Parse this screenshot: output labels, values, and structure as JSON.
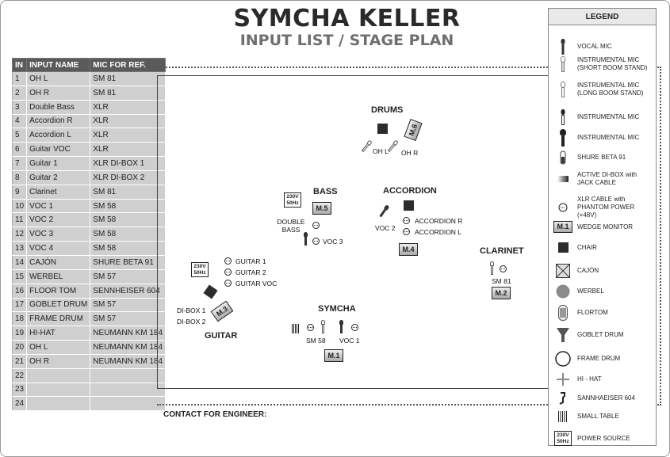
{
  "header": {
    "title": "SYMCHA KELLER",
    "subtitle": "INPUT LIST / STAGE PLAN"
  },
  "input_list": {
    "columns": [
      "IN",
      "INPUT NAME",
      "MIC FOR REF."
    ],
    "rows": [
      [
        "1",
        "OH L",
        "SM 81"
      ],
      [
        "2",
        "OH R",
        "SM 81"
      ],
      [
        "3",
        "Double Bass",
        "XLR"
      ],
      [
        "4",
        "Accordion R",
        "XLR"
      ],
      [
        "5",
        "Accordion L",
        "XLR"
      ],
      [
        "6",
        "Guitar VOC",
        "XLR"
      ],
      [
        "7",
        "Guitar 1",
        "XLR DI-BOX 1"
      ],
      [
        "8",
        "Guitar 2",
        "XLR DI-BOX 2"
      ],
      [
        "9",
        "Clarinet",
        "SM 81"
      ],
      [
        "10",
        "VOC 1",
        "SM 58"
      ],
      [
        "11",
        "VOC 2",
        "SM 58"
      ],
      [
        "12",
        "VOC 3",
        "SM 58"
      ],
      [
        "13",
        "VOC 4",
        "SM 58"
      ],
      [
        "14",
        "CAJÓN",
        "SHURE BETA 91"
      ],
      [
        "15",
        "WERBEL",
        "SM 57"
      ],
      [
        "16",
        "FLOOR TOM",
        "SENNHEISER 604"
      ],
      [
        "17",
        "GOBLET DRUM",
        "SM 57"
      ],
      [
        "18",
        "FRAME DRUM",
        "SM 57"
      ],
      [
        "19",
        "HI-HAT",
        "NEUMANN KM 184"
      ],
      [
        "20",
        "OH L",
        "NEUMANN KM 184"
      ],
      [
        "21",
        "OH R",
        "NEUMANN KM 184"
      ],
      [
        "22",
        "",
        ""
      ],
      [
        "23",
        "",
        ""
      ],
      [
        "24",
        "",
        ""
      ]
    ]
  },
  "contact": "CONTACT FOR ENGINEER:",
  "stage": {
    "drums": {
      "title": "DRUMS",
      "monitor": "M.6",
      "oh_l": "OH L",
      "oh_r": "OH R"
    },
    "bass": {
      "title": "BASS",
      "monitor": "M.5",
      "power": "230V 50Hz",
      "double_bass": "DOUBLE BASS",
      "voc": "VOC 3"
    },
    "accordion": {
      "title": "ACCORDION",
      "monitor": "M.4",
      "voc": "VOC 2",
      "r": "ACCORDION R",
      "l": "ACCORDION L"
    },
    "clarinet": {
      "title": "CLARINET",
      "monitor": "M.2",
      "mic": "SM 81"
    },
    "guitar": {
      "title": "GUITAR",
      "monitor": "M.3",
      "power": "230V 50Hz",
      "g1": "GUITAR 1",
      "g2": "GUITAR 2",
      "gvoc": "GUITAR  VOC",
      "di1": "DI-BOX  1",
      "di2": "DI-BOX  2"
    },
    "symcha": {
      "title": "SYMCHA",
      "monitor": "M.1",
      "sm58": "SM 58",
      "voc1": "VOC 1"
    }
  },
  "legend": {
    "title": "LEGEND",
    "items": [
      {
        "icon": "vocal-mic",
        "label": "VOCAL MIC"
      },
      {
        "icon": "short-boom-mic",
        "label": "INSTRUMENTAL MIC (SHORT BOOM STAND)"
      },
      {
        "icon": "long-boom-mic",
        "label": "INSTRUMENTAL MIC (LONG BOOM STAND)"
      },
      {
        "icon": "instrumental-mic",
        "label": "INSTRUMENTAL MIC"
      },
      {
        "icon": "instrumental-mic-large",
        "label": "INSTRUMENTAL MIC"
      },
      {
        "icon": "shure-beta-91",
        "label": "SHURE BETA 91"
      },
      {
        "icon": "active-di-box",
        "label": "ACTIVE DI-BOX with JACK CABLE"
      },
      {
        "icon": "xlr-cable",
        "label": "XLR CABLE with PHANTOM POWER (+48V)"
      },
      {
        "icon": "wedge-monitor",
        "label": "WEDGE MONITOR",
        "badge": "M.1"
      },
      {
        "icon": "chair",
        "label": "CHAIR"
      },
      {
        "icon": "cajon",
        "label": "CAJÓN"
      },
      {
        "icon": "werbel",
        "label": "WERBEL"
      },
      {
        "icon": "floor-tom",
        "label": "FLORTOM"
      },
      {
        "icon": "goblet-drum",
        "label": "GOBLET DRUM"
      },
      {
        "icon": "frame-drum",
        "label": "FRAME DRUM"
      },
      {
        "icon": "hi-hat",
        "label": "HI - HAT"
      },
      {
        "icon": "sennheiser-604",
        "label": "SANNHAEISER 604"
      },
      {
        "icon": "small-table",
        "label": "SMALL TABLE"
      },
      {
        "icon": "power-source",
        "label": "POWER SOURCE",
        "badge": "230V 50Hz"
      }
    ]
  }
}
